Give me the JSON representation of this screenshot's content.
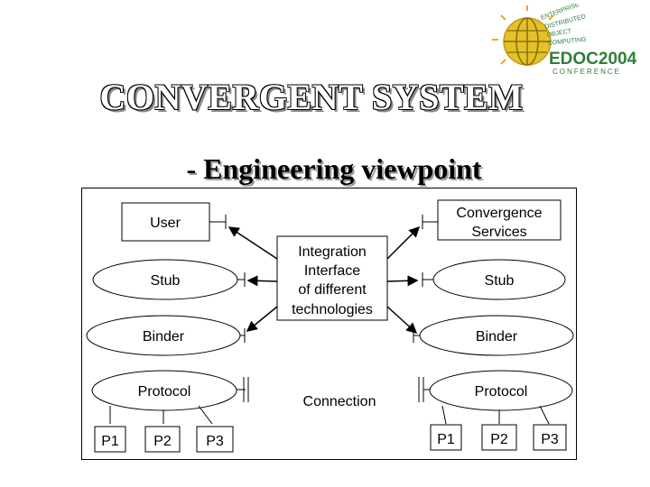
{
  "title": "CONVERGENT SYSTEM",
  "subtitle": "- Engineering viewpoint",
  "logo": {
    "main_text": "EDOC2004",
    "sub_text": "CONFERENCE",
    "arc_lines": [
      "ENTERPRISE",
      "DISTRIBUTED",
      "OBJECT",
      "COMPUTING"
    ],
    "colors": {
      "globe": "#e3c12a",
      "sun": "#f2a51c",
      "text": "#2e7f3a"
    }
  },
  "diagram": {
    "left_stack": {
      "user": "User",
      "stub": "Stub",
      "binder": "Binder",
      "protocol": "Protocol",
      "ports": [
        "P1",
        "P2",
        "P3"
      ]
    },
    "center": {
      "interface_lines": [
        "Integration",
        "Interface",
        "of different",
        "technologies"
      ],
      "connection": "Connection"
    },
    "right_stack": {
      "services_lines": [
        "Convergence",
        "Services"
      ],
      "stub": "Stub",
      "binder": "Binder",
      "protocol": "Protocol",
      "ports": [
        "P1",
        "P2",
        "P3"
      ]
    }
  }
}
